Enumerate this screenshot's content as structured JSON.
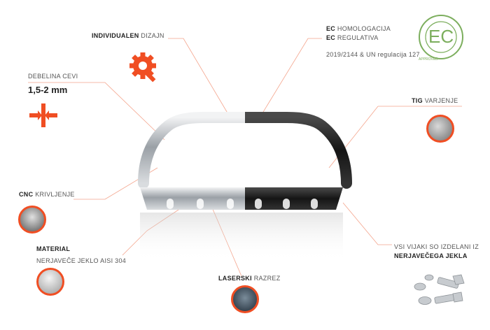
{
  "labels": {
    "design": {
      "bold": "INDIVIDUALEN",
      "rest": " DIZAJN"
    },
    "tube_title": "DEBELINA CEVI",
    "tube_value": "1,5-2 mm",
    "ec1": {
      "bold": "EC",
      "rest": " HOMOLOGACIJA"
    },
    "ec2": {
      "bold": "EC",
      "rest": " REGULATIVA"
    },
    "ec3": "2019/2144 & UN regulacija 127",
    "tig": {
      "bold": "TIG",
      "rest": " VARJENJE"
    },
    "cnc": {
      "bold": "CNC",
      "rest": " KRIVLJENJE"
    },
    "material_title": "MATERIAL",
    "material_value": "NERJAVEČE JEKLO AISI 304",
    "laser": {
      "bold": "LASERSKI",
      "rest": " RAZREZ"
    },
    "screws1": "VSI VIJAKI SO IZDELANI IZ",
    "screws2": "NERJAVEČEGA JEKLA"
  },
  "ec_seal": {
    "letters": "EC",
    "ring_text": "APPROVED"
  },
  "colors": {
    "accent": "#f04e23",
    "seal": "#7cae5d",
    "steel": "#bfc3c7",
    "black": "#1f1f1f"
  },
  "icons": [
    "gear-wrench-icon",
    "pipe-thickness-icon"
  ]
}
